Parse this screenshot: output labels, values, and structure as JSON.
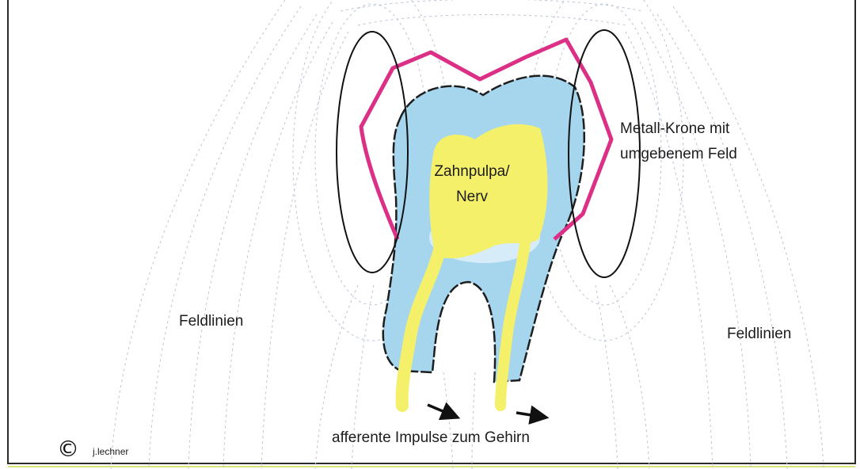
{
  "labels": {
    "crown": [
      "Metall-Krone mit",
      "umgebenem Feld"
    ],
    "pulp": [
      "Zahnpulpa/",
      "Nerv"
    ],
    "field_left": "Feldlinien",
    "field_right": "Feldlinien",
    "impulse": "afferente Impulse zum Gehirn",
    "copyright_symbol": "©",
    "author": "j.lechner"
  },
  "colors": {
    "tooth_fill": "#a6d6ee",
    "tooth_highlight": "#e2f3fb",
    "tooth_outline": "#1e1e1e",
    "pulp": "#f4f06a",
    "crown_outline": "#dc2f86",
    "field_ellipse": "#111111",
    "arrow": "#111111"
  }
}
